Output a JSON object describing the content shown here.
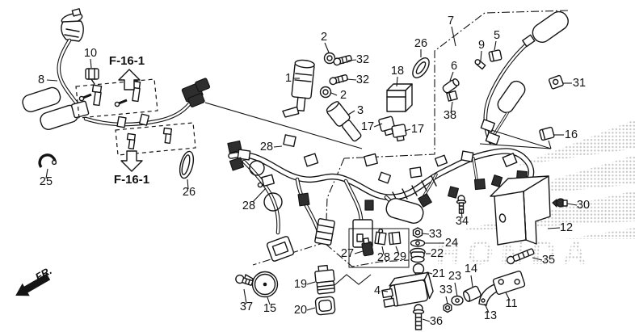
{
  "diagram": {
    "watermark": "HONDA",
    "front_marker": "FR.",
    "section_ref_top": "F-16-1",
    "section_ref_bottom": "F-16-1"
  },
  "colors": {
    "line": "#141414",
    "background": "#ffffff",
    "watermark_dots": "#c3c3c3"
  },
  "callouts": [
    {
      "text": "10"
    },
    {
      "text": "8"
    },
    {
      "text": "25"
    },
    {
      "text": "26"
    },
    {
      "text": "1"
    },
    {
      "text": "2"
    },
    {
      "text": "32"
    },
    {
      "text": "32"
    },
    {
      "text": "2"
    },
    {
      "text": "3"
    },
    {
      "text": "18"
    },
    {
      "text": "26"
    },
    {
      "text": "7"
    },
    {
      "text": "9"
    },
    {
      "text": "5"
    },
    {
      "text": "6"
    },
    {
      "text": "38"
    },
    {
      "text": "31"
    },
    {
      "text": "16"
    },
    {
      "text": "17"
    },
    {
      "text": "17"
    },
    {
      "text": "28"
    },
    {
      "text": "28"
    },
    {
      "text": "27"
    },
    {
      "text": "28"
    },
    {
      "text": "29"
    },
    {
      "text": "30"
    },
    {
      "text": "12"
    },
    {
      "text": "34"
    },
    {
      "text": "33"
    },
    {
      "text": "24"
    },
    {
      "text": "22"
    },
    {
      "text": "35"
    },
    {
      "text": "21"
    },
    {
      "text": "23"
    },
    {
      "text": "14"
    },
    {
      "text": "33"
    },
    {
      "text": "11"
    },
    {
      "text": "13"
    },
    {
      "text": "36"
    },
    {
      "text": "4"
    },
    {
      "text": "19"
    },
    {
      "text": "20"
    },
    {
      "text": "15"
    },
    {
      "text": "37"
    }
  ]
}
